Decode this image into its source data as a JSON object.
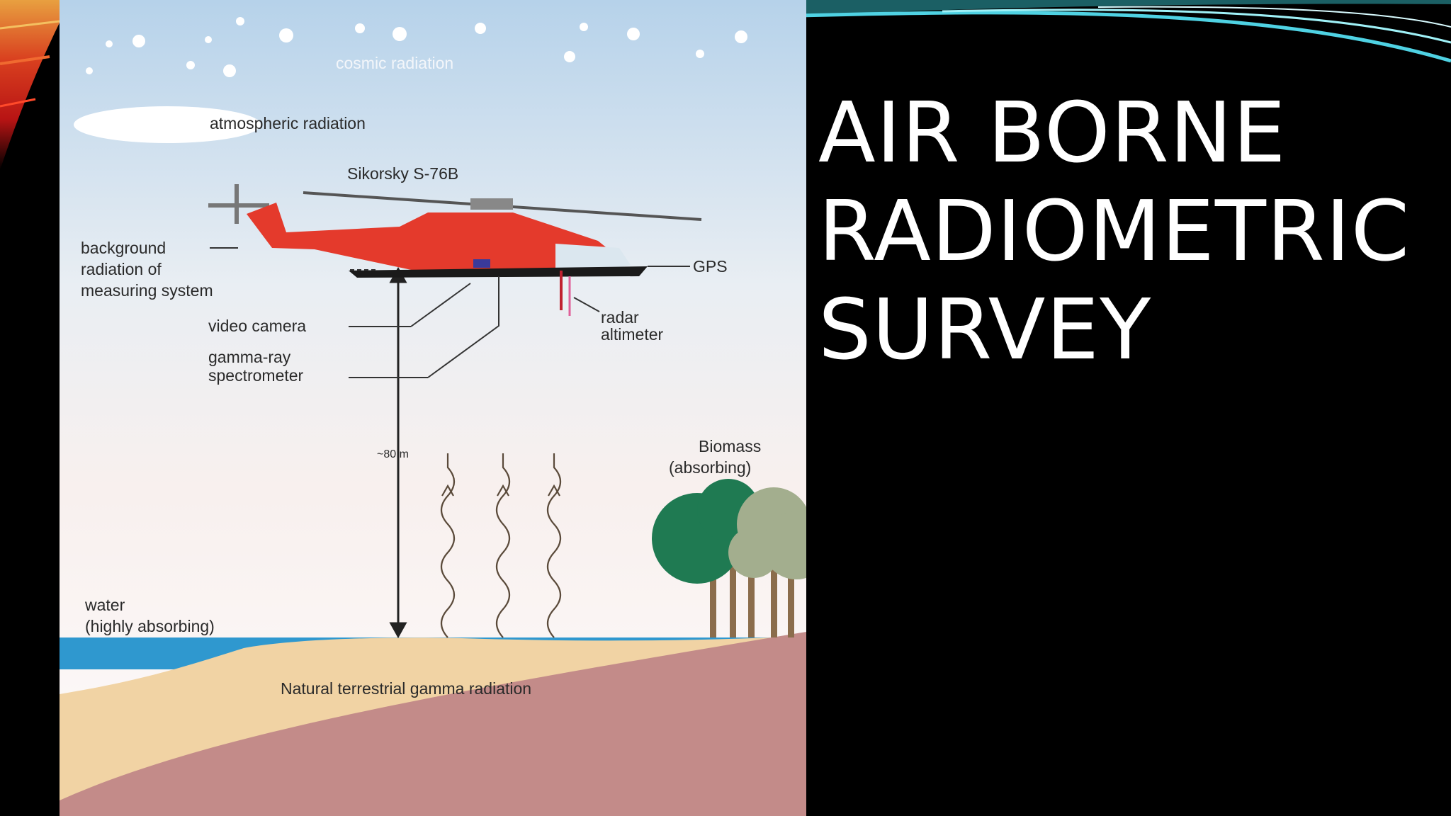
{
  "slide": {
    "title_lines": [
      "AIR BORNE",
      "RADIOMETRIC",
      "SURVEY"
    ]
  },
  "diagram": {
    "labels": {
      "cosmic": "cosmic radiation",
      "atmospheric": "atmospheric radiation",
      "helicopter": "Sikorsky S-76B",
      "background_1": "background",
      "background_2": "radiation of",
      "background_3": "measuring system",
      "gps": "GPS",
      "video_camera": "video camera",
      "gamma_1": "gamma-ray",
      "gamma_2": "spectrometer",
      "radar_1": "radar",
      "radar_2": "altimeter",
      "height": "~80 m",
      "biomass_1": "Biomass",
      "biomass_2": "(absorbing)",
      "water_1": "water",
      "water_2": "(highly absorbing)",
      "terrestrial": "Natural terrestrial gamma radiation"
    }
  },
  "colors": {
    "sky_top": "#b9d4ec",
    "helicopter": "#e43a2c",
    "water": "#2f98cf",
    "sand": "#f1d3a4",
    "earth": "#c38b89",
    "tree_dark": "#1f7a52",
    "tree_light": "#a3ae8e"
  }
}
